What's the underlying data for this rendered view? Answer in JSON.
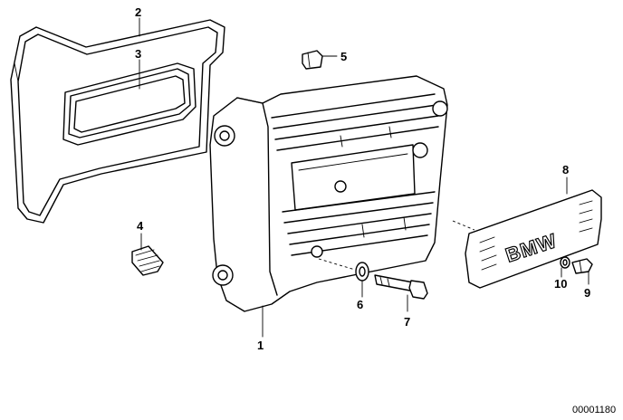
{
  "callouts": {
    "c1": "1",
    "c2": "2",
    "c3": "3",
    "c4": "4",
    "c5": "5",
    "c6": "6",
    "c7": "7",
    "c8": "8",
    "c9": "9",
    "c10": "10"
  },
  "document_number": "00001180",
  "logo_text": "BMW"
}
